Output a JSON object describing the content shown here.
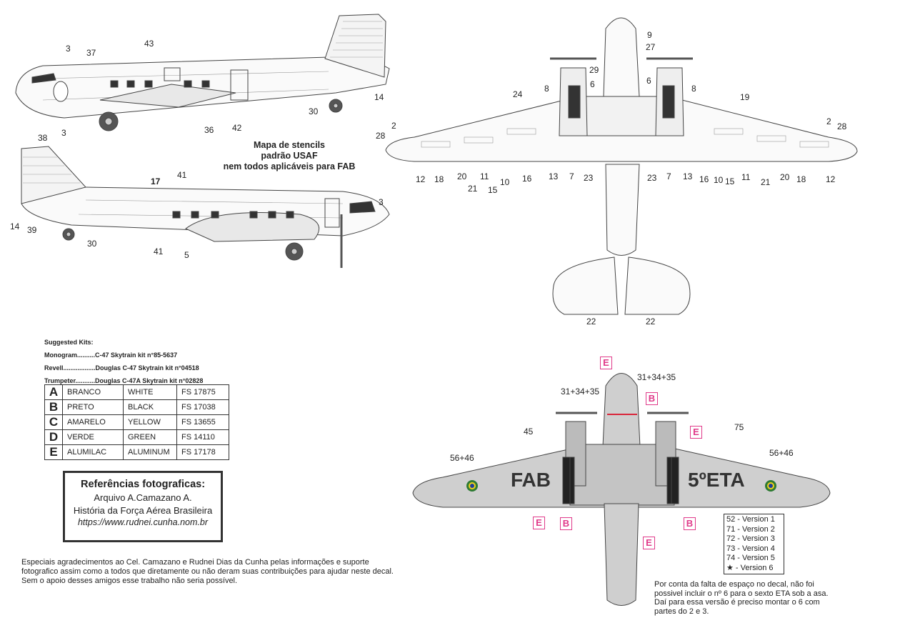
{
  "map_title": [
    "Mapa de stencils",
    "padrão USAF",
    "nem todos aplicáveis para FAB"
  ],
  "suggested_kits": {
    "heading": "Suggested Kits:",
    "items": [
      {
        "maker": "Monogram..........",
        "kit": "C-47 Skytrain  kit n°85-5637"
      },
      {
        "maker": "Revell..................",
        "kit": "Douglas C-47 Skytrain kit n°04518"
      },
      {
        "maker": "Trumpeter...........",
        "kit": "Douglas C-47A Skytrain kit n°02828"
      }
    ]
  },
  "colors": [
    {
      "code": "A",
      "pt": "BRANCO",
      "en": "WHITE",
      "fs": "FS 17875"
    },
    {
      "code": "B",
      "pt": "PRETO",
      "en": "BLACK",
      "fs": "FS 17038"
    },
    {
      "code": "C",
      "pt": "AMARELO",
      "en": "YELLOW",
      "fs": "FS 13655"
    },
    {
      "code": "D",
      "pt": "VERDE",
      "en": "GREEN",
      "fs": "FS 14110"
    },
    {
      "code": "E",
      "pt": "ALUMILAC",
      "en": "ALUMINUM",
      "fs": "FS 17178"
    }
  ],
  "references": {
    "heading": "Referências fotograficas:",
    "line1": "Arquivo A.Camazano A.",
    "line2": "História da Força Aérea Brasileira",
    "url": "https://www.rudnei.cunha.nom.br"
  },
  "thanks": "Especiais agradecimentos ao Cel. Camazano e Rudnei Dias da Cunha pelas informações e suporte fotografico assim como a todos que diretamente ou não deram suas contribuições para ajudar neste decal. Sem o apoio desses amigos esse trabalho não seria possível.",
  "versions": [
    "52 - Version 1",
    "71 - Version 2",
    "72 - Version 3",
    "73 - Version 4",
    "74 - Version 5",
    "★ - Version 6"
  ],
  "note": "Por conta da falta de espaço no decal, não foi possivel incluir o nº 6 para o sexto ETA sob a asa.  Daí para essa versão é preciso montar o 6 com partes do 2 e 3.",
  "markings": {
    "wing_left": "FAB",
    "wing_right": "5ºETA",
    "serial_a": "31+34+35",
    "serial_b": "31+34+35",
    "roundel_left": "56+46",
    "roundel_right": "56+46",
    "n45": "45",
    "n75": "75"
  },
  "swatch_colors": {
    "magenta": "#e03a8a",
    "gray": "#cfcfcf",
    "dark": "#333333"
  },
  "callouts": {
    "side_top": [
      "3",
      "37",
      "43",
      "14",
      "30",
      "42",
      "36",
      "38",
      "3"
    ],
    "side_bottom": [
      "17",
      "41",
      "3",
      "14",
      "39",
      "30",
      "41",
      "5"
    ],
    "top_view_left": [
      "2",
      "28",
      "24",
      "8",
      "29",
      "6",
      "12",
      "18",
      "20",
      "21",
      "11",
      "15",
      "10",
      "16",
      "13",
      "7",
      "23"
    ],
    "top_view_right": [
      "9",
      "27",
      "6",
      "8",
      "19",
      "2",
      "28",
      "23",
      "7",
      "13",
      "16",
      "10",
      "15",
      "11",
      "21",
      "20",
      "18",
      "12"
    ],
    "tail": [
      "22",
      "22"
    ]
  }
}
